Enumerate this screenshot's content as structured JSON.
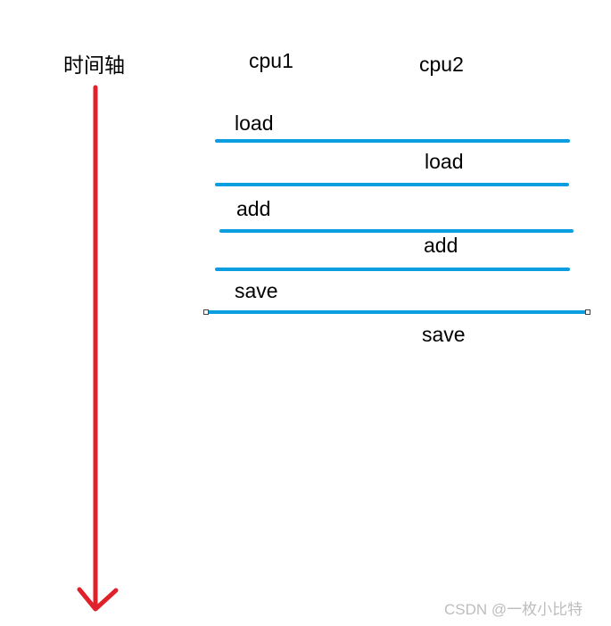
{
  "timeline": {
    "label": "时间轴",
    "arrow_color": "#e0202a"
  },
  "columns": {
    "cpu1": "cpu1",
    "cpu2": "cpu2"
  },
  "steps": {
    "cpu1_load": "load",
    "cpu2_load": "load",
    "cpu1_add": "add",
    "cpu2_add": "add",
    "cpu1_save": "save",
    "cpu2_save": "save"
  },
  "divider_color": "#0a9ee0",
  "watermark": {
    "text": "CSDN @一枚小比特",
    "color": "#888888"
  }
}
